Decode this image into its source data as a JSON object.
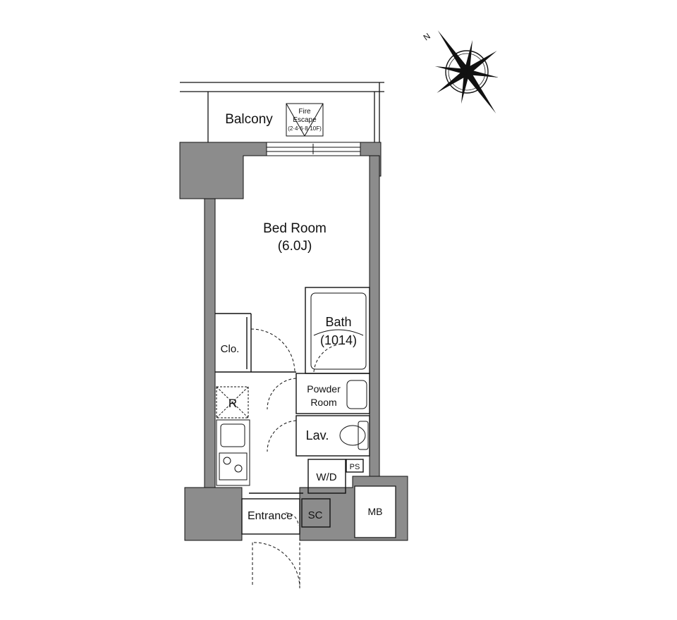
{
  "rooms": {
    "balcony": "Balcony",
    "fire_escape": [
      "Fire",
      "Escape",
      "(2·4·6·8·10F)"
    ],
    "bedroom": "Bed Room",
    "bedroom_size": "(6.0J)",
    "bath": "Bath",
    "bath_size": "(1014)",
    "closet": "Clo.",
    "refrigerator": "R",
    "powder_room": [
      "Powder",
      "Room"
    ],
    "lavatory": "Lav.",
    "washer_dryer": "W/D",
    "pipe_space": "PS",
    "meter_box": "MB",
    "entrance": "Entrance",
    "shoe_closet": "SC"
  },
  "compass": {
    "north_label": "N"
  },
  "colors": {
    "wall": "#8c8c8c",
    "line": "#111111",
    "background": "#ffffff"
  }
}
